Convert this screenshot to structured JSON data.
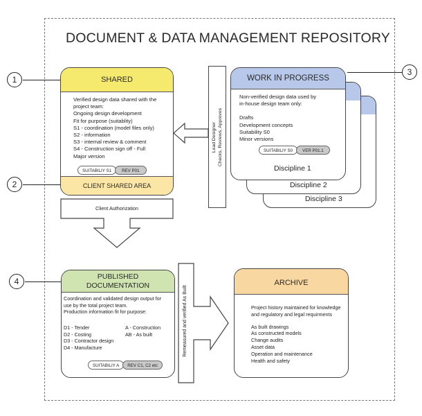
{
  "title": "DOCUMENT & DATA MANAGEMENT REPOSITORY",
  "callouts": [
    "1",
    "2",
    "3",
    "4"
  ],
  "shared": {
    "header": "SHARED",
    "lines": [
      "Verified design data shared with the",
      "project team:",
      "Ongoing design development",
      "Fit for purpose (suitablity)",
      "S1 - coordination (model files only)",
      "S2 - information",
      "S3 - internal review & comment",
      "S4 - Construction sign off - Full",
      "Major version"
    ],
    "pill_suitability": "SUITABILIY S1",
    "pill_rev": "REV P01",
    "footer": "CLIENT SHARED AREA",
    "header_color": "#f6ea6e",
    "footer_color": "#fbe6a6"
  },
  "client_authorization": "Client Authorization",
  "lead_designer": {
    "line1": "Lead Designer",
    "line2": "Checks, Reviews, Approves"
  },
  "wip": {
    "header": "WORK IN PROGRESS",
    "lines": [
      "Non-verified design data used by",
      "in-house design team only:",
      "",
      "Drafts",
      "Development concepts",
      "Suitability S0",
      "Minor versions"
    ],
    "pill_suitability": "SUITABILIY S0",
    "pill_ver": "VER P01.1",
    "disciplines": [
      "Discipline 1",
      "Discipline 2",
      "Discipline 3"
    ],
    "header_color": "#b8c8ea"
  },
  "published": {
    "header_line1": "PUBLISHED",
    "header_line2": "DOCUMENTATION",
    "lines": [
      "Coordination and validated design output for",
      "use by the total project team.",
      "Production information fit for purpose:"
    ],
    "left_list": [
      "D1 - Tender",
      "D2 - Costing",
      "D3 - Contractor design",
      "D4 - Manufacture"
    ],
    "right_list": [
      "A - Construction",
      "AB - As built"
    ],
    "pill_suitability": "SUITABILIY A",
    "pill_rev": "REV C1, C2 etc",
    "header_color": "#cfe4b0"
  },
  "remeasured": "Remeasured and verified As Built",
  "archive": {
    "header": "ARCHIVE",
    "lines": [
      "Project history maintained for knowledge",
      "and regulatory and legal requirments",
      "",
      "As built drawings",
      "As constructed models",
      "Change audits",
      "Asset data",
      "Operation and maintenance",
      "Health and safety"
    ],
    "header_color": "#f8d7a0"
  }
}
